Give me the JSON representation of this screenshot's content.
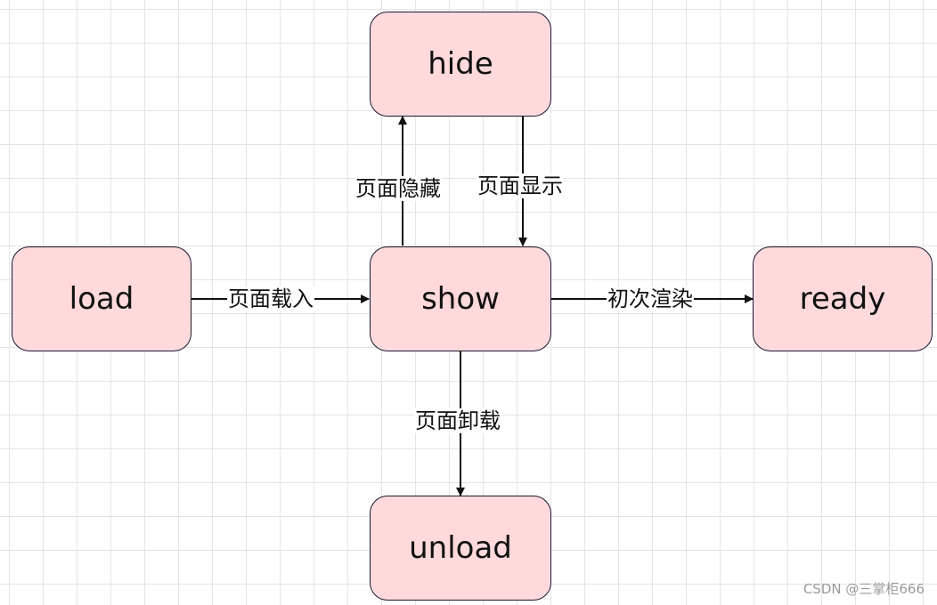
{
  "nodes": {
    "hide": "hide",
    "load": "load",
    "show": "show",
    "ready": "ready",
    "unload": "unload"
  },
  "edges": {
    "load_to_show": "页面载入",
    "show_to_hide": "页面隐藏",
    "hide_to_show": "页面显示",
    "show_to_ready": "初次渲染",
    "show_to_unload": "页面卸载"
  },
  "watermark": "CSDN @三掌柜666",
  "colors": {
    "node_fill": "#ffd9dc",
    "node_border": "#1a1a2e",
    "edge": "#111111",
    "grid": "#e4e4e4"
  }
}
